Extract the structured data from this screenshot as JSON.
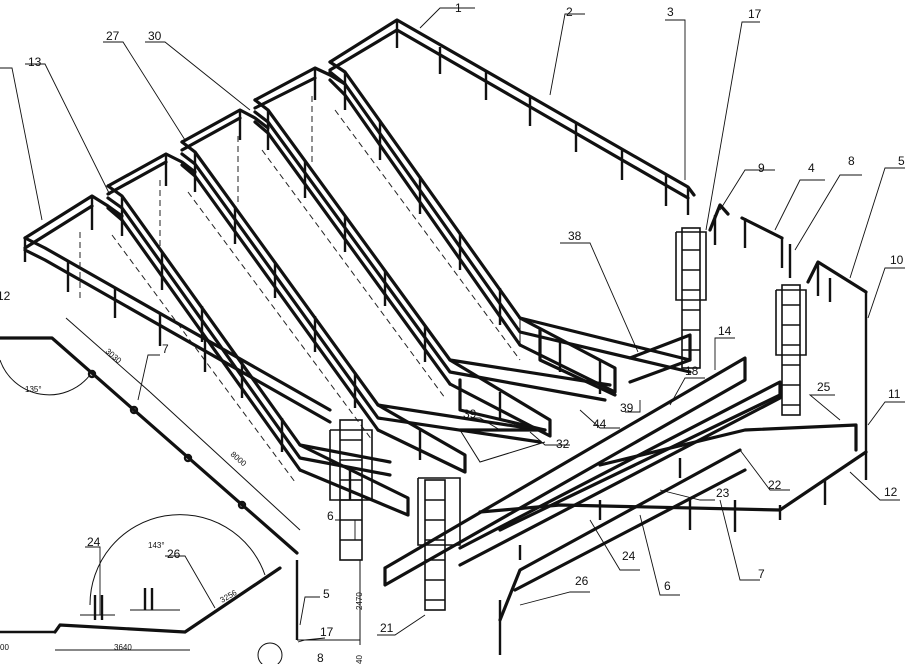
{
  "callouts": {
    "c1": "1",
    "c2": "2",
    "c3": "3",
    "c17": "17",
    "c9": "9",
    "c4": "4",
    "c8": "8",
    "c5": "5",
    "c10": "10",
    "c11": "11",
    "c12": "12",
    "c13": "13",
    "c27": "27",
    "c30": "30",
    "c38": "38",
    "c14": "14",
    "c18": "18",
    "c25": "25",
    "c22": "22",
    "c23": "23",
    "c7": "7",
    "c6": "6",
    "c24": "24",
    "c26": "26",
    "c21": "21",
    "c39a": "39",
    "c39b": "39",
    "c32": "32",
    "c44": "44",
    "c12_left": "12",
    "d6": "6",
    "d5": "5",
    "d17": "17",
    "d8": "8",
    "d7": "7",
    "d24": "24",
    "d26": "26"
  },
  "dimensions": {
    "d3030": "3030",
    "d8000": "8000",
    "d135": "135°",
    "d143": "143°",
    "d3640": "3640",
    "d3256": "3256",
    "d2470": "2470",
    "d00": "00",
    "d40": "40"
  }
}
